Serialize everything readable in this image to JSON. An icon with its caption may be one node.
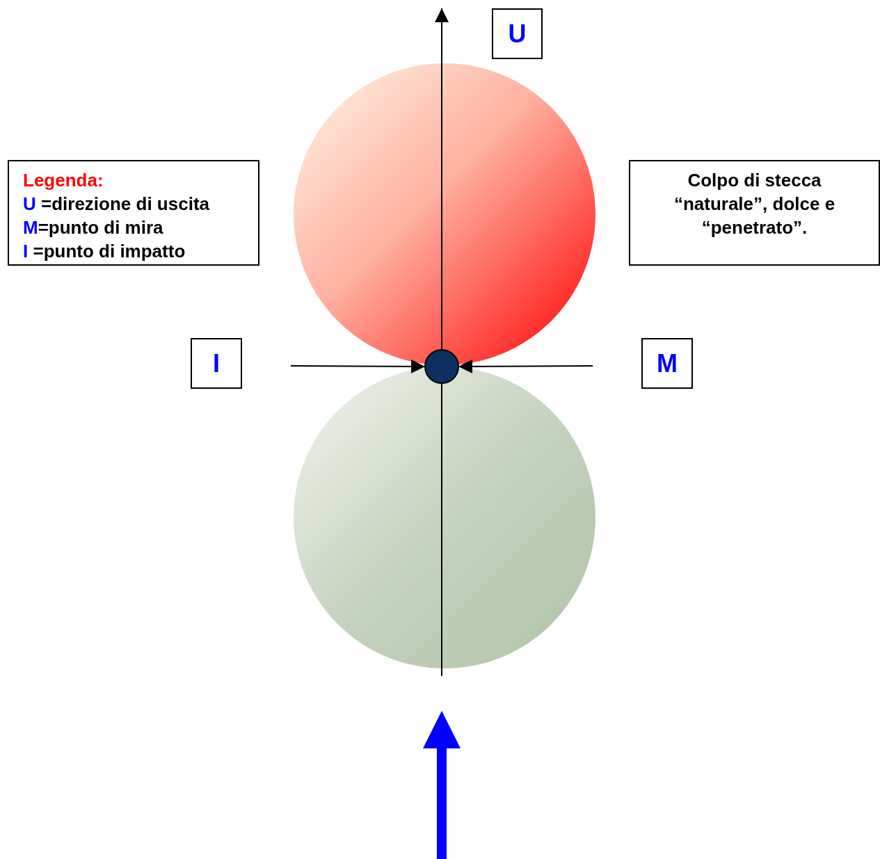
{
  "diagram": {
    "nodes": [
      {
        "text": [
          "U"
        ]
      },
      {
        "text": [
          "Legenda:",
          "U =direzione di uscita",
          "M=punto di mira",
          "I =punto di impatto"
        ]
      },
      {
        "text": [
          "Colpo di stecca “naturale”, dolce e “penetrato”."
        ]
      },
      {
        "text": [],
        "shape": "circle"
      },
      {
        "text": [
          "I"
        ]
      },
      {
        "text": [],
        "shape": "circle"
      },
      {
        "text": [
          "M"
        ]
      },
      {
        "text": [],
        "shape": "circle"
      }
    ],
    "edges": [
      {
        "from": null,
        "to": 5,
        "arrow": "to"
      },
      {
        "from": null,
        "to": 5,
        "arrow": "to"
      }
    ]
  }
}
